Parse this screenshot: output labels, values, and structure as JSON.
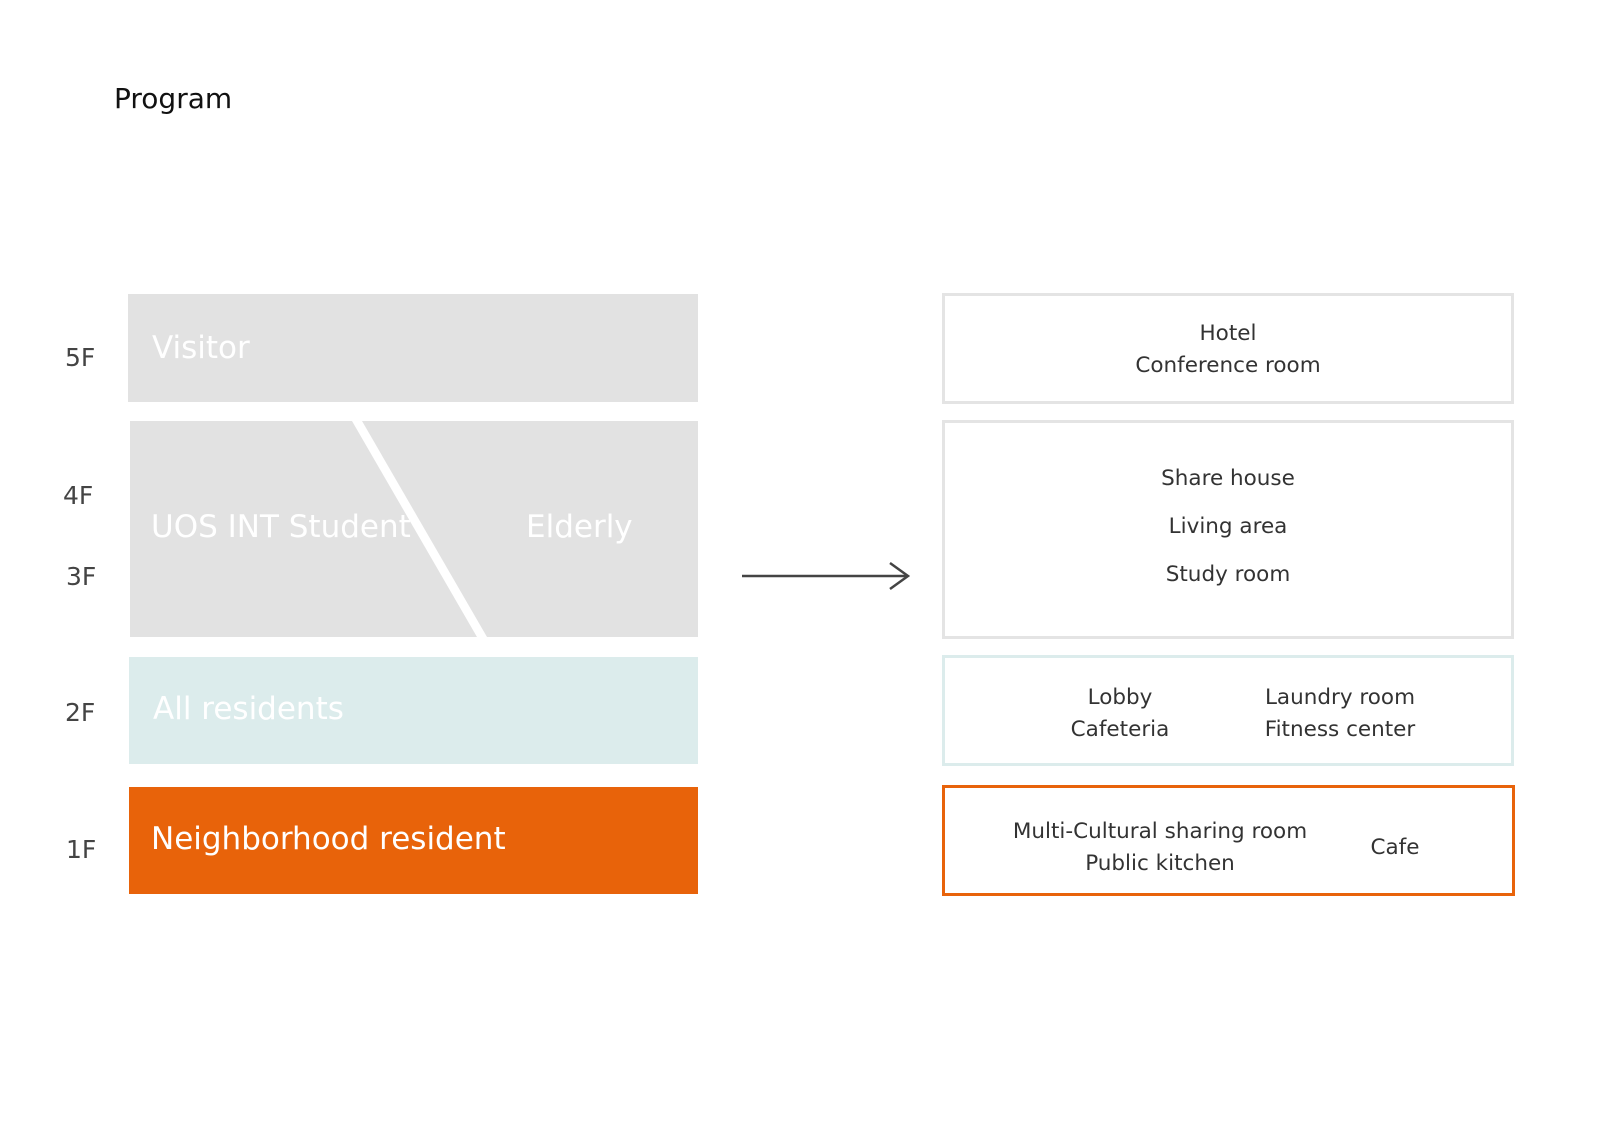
{
  "title": "Program",
  "colors": {
    "block_grey": "#e2e2e2",
    "block_mint": "#dcecec",
    "accent_orange": "#e8630a",
    "box_border_grey": "#e4e4e4",
    "box_border_mint": "#dcecec",
    "arrow": "#444444"
  },
  "floors": {
    "f5": "5F",
    "f4": "4F",
    "f3": "3F",
    "f2": "2F",
    "f1": "1F"
  },
  "users": {
    "visitor": "Visitor",
    "student": "UOS INT Student",
    "elderly": "Elderly",
    "all_residents": "All residents",
    "neighborhood": "Neighborhood resident"
  },
  "programs": {
    "floor5": {
      "line1": "Hotel",
      "line2": "Conference room"
    },
    "floor34": {
      "line1": "Share house",
      "line2": "Living area",
      "line3": "Study room"
    },
    "floor2": {
      "left_line1": "Lobby",
      "left_line2": "Cafeteria",
      "right_line1": "Laundry room",
      "right_line2": "Fitness center"
    },
    "floor1": {
      "left_line1": "Multi-Cultural sharing room",
      "left_line2": "Public kitchen",
      "right": "Cafe"
    }
  }
}
